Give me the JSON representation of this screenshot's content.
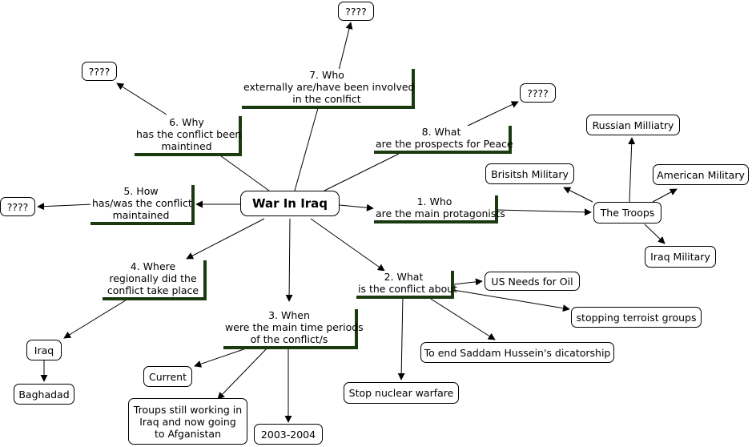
{
  "root": "War In Iraq",
  "questions": {
    "q1": [
      "1. Who",
      "are the main protagonists"
    ],
    "q2": [
      "2. What",
      "is the conflict about"
    ],
    "q3": [
      "3. When",
      "were the main time periods",
      "of the conflict/s"
    ],
    "q4": [
      "4. Where",
      "regionally did the",
      "conflict take place"
    ],
    "q5": [
      "5. How",
      "has/was the conflict",
      "maintained"
    ],
    "q6": [
      "6. Why",
      "has the conflict been",
      "maintined"
    ],
    "q7": [
      "7. Who",
      "externally are/have been involved",
      "in the conlfict"
    ],
    "q8": [
      "8. What",
      "are the prospects for Peace"
    ]
  },
  "nodes": {
    "q7_answer": "????",
    "q6_answer": "????",
    "q8_answer": "????",
    "q5_answer": "????",
    "russian_military": "Russian Milliatry",
    "british_military": "Brisitsh Military",
    "american_military": "American Military",
    "the_troops": "The Troops",
    "iraq_military": "Iraq Military",
    "us_needs_oil": "US Needs for Oil",
    "stopping_terrorist": "stopping terroist groups",
    "end_saddam": "To end Saddam Hussein's dicatorship",
    "stop_nuclear": "Stop nuclear warfare",
    "iraq": "Iraq",
    "baghdad": "Baghadad",
    "current": "Current",
    "troops_working": [
      "Troups still working in",
      "Iraq and now going",
      "to Afganistan"
    ],
    "year_range": "2003-2004"
  }
}
